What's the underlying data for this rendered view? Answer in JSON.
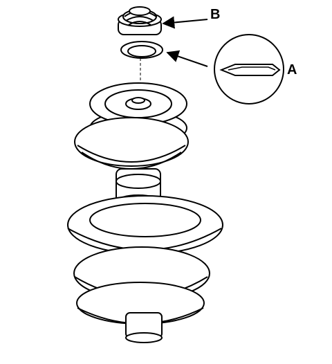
{
  "diagram": {
    "labels": {
      "a": "A",
      "b": "B"
    },
    "parts": [
      {
        "id": "a",
        "icon": "washer-icon"
      },
      {
        "id": "b",
        "icon": "locknut-icon"
      }
    ],
    "colors": {
      "line": "#000000",
      "background": "#ffffff"
    }
  }
}
